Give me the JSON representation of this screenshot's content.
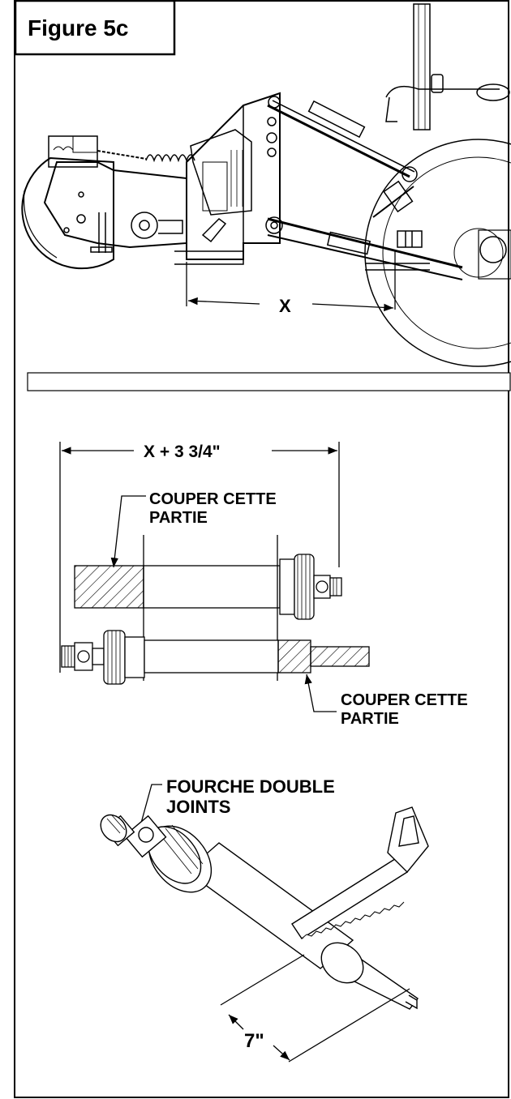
{
  "figure": {
    "title": "Figure 5c"
  },
  "top_panel": {
    "dimension_label": "X"
  },
  "lower_panel": {
    "dimension_label": "X + 3 3/4\"",
    "cut_label_upper": {
      "line1": "COUPER CETTE",
      "line2": "PARTIE"
    },
    "cut_label_lower": {
      "line1": "COUPER CETTE",
      "line2": "PARTIE"
    },
    "yoke_label": {
      "line1": "FOURCHE DOUBLE",
      "line2": "JOINTS"
    },
    "length_label": "7\""
  },
  "colors": {
    "line": "#000000",
    "background": "#ffffff"
  }
}
